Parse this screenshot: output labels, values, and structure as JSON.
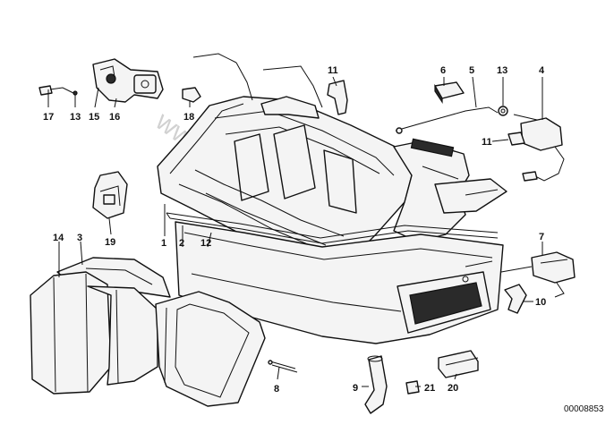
{
  "callouts": {
    "c1": "1",
    "c2": "2",
    "c3": "3",
    "c4": "4",
    "c5": "5",
    "c6": "6",
    "c7": "7",
    "c8": "8",
    "c9": "9",
    "c10": "10",
    "c11a": "11",
    "c11b": "11",
    "c12": "12",
    "c13a": "13",
    "c13b": "13",
    "c14": "14",
    "c15": "15",
    "c16": "16",
    "c17": "17",
    "c18": "18",
    "c19": "19",
    "c20": "20",
    "c21": "21"
  },
  "diagram_id": "00008853",
  "watermark": "www.bmwstore.ua"
}
